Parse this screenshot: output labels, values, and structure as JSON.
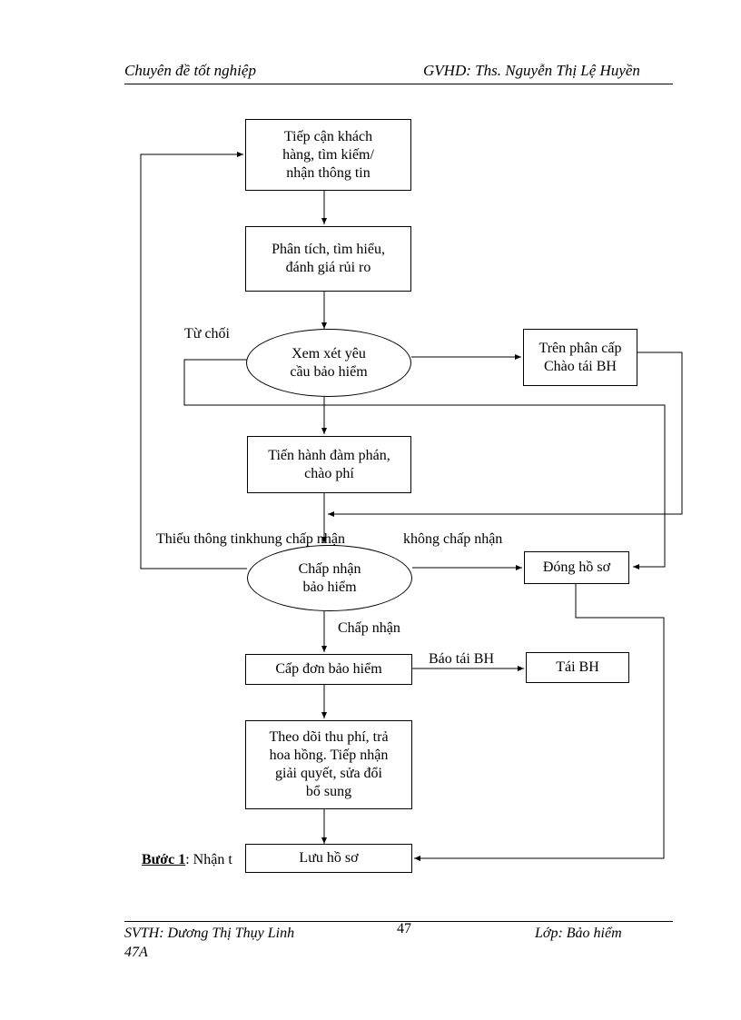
{
  "header": {
    "left": "Chuyên đề tốt nghiệp",
    "right": "GVHD: Ths. Nguyễn Thị Lệ Huyền"
  },
  "flow": {
    "step_approach": "Tiếp cận khách\nhàng, tìm kiếm/\nnhận thông tin",
    "step_analyze": "Phân tích, tìm hiểu,\nđánh giá rủi ro",
    "decision_review": "Xem xét yêu\ncầu bảo hiểm",
    "step_reinsurance_offer": "Trên phân cấp\nChào tái BH",
    "step_negotiate": "Tiến hành đàm phán,\nchào phí",
    "decision_accept": "Chấp nhận\nbảo hiểm",
    "step_close": "Đóng hồ sơ",
    "step_issue": "Cấp đơn bảo hiểm",
    "step_reinsure": "Tái BH",
    "step_follow": "Theo dõi thu phí, trả\nhoa hồng. Tiếp nhận\ngiải quyết, sửa đổi\nbổ sung",
    "step_archive": "Lưu hồ sơ"
  },
  "labels": {
    "reject": "Từ chối",
    "missing_info": "Thiếu thông tinkhung chấp nhận",
    "not_accept": "không chấp nhận",
    "accept": "Chấp nhận",
    "report_reinsurance": "Báo tái BH",
    "step1_prefix": "Bước 1",
    "step1_rest": ": Nhận t"
  },
  "footer": {
    "student": "SVTH: Dương Thị Thụy Linh",
    "page": "47",
    "class": "Lớp: Bảo hiểm",
    "cohort": "47A"
  }
}
